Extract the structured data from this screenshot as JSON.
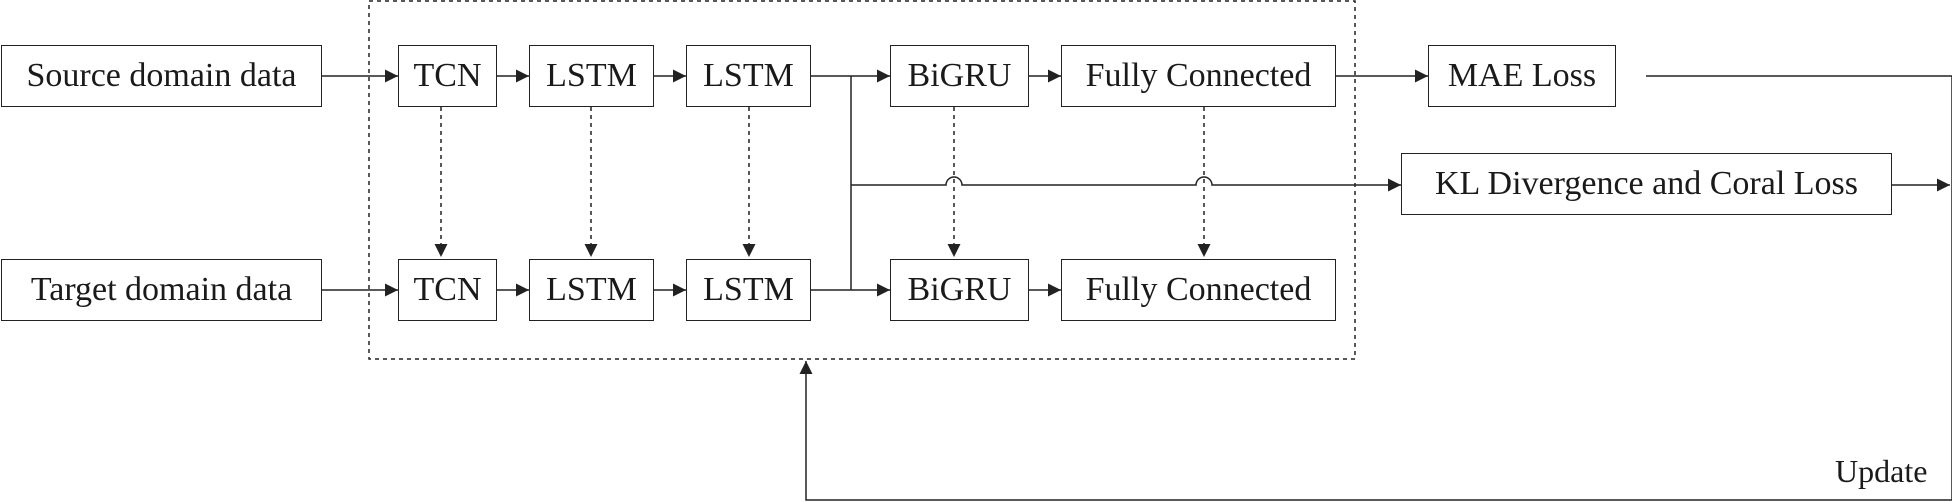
{
  "inputs": {
    "source": "Source domain data",
    "target": "Target domain data"
  },
  "source_branch": {
    "tcn": "TCN",
    "lstm1": "LSTM",
    "lstm2": "LSTM",
    "bigru": "BiGRU",
    "fc": "Fully Connected"
  },
  "target_branch": {
    "tcn": "TCN",
    "lstm1": "LSTM",
    "lstm2": "LSTM",
    "bigru": "BiGRU",
    "fc": "Fully Connected"
  },
  "losses": {
    "mae": "MAE Loss",
    "kl_coral": "KL Divergence and Coral Loss"
  },
  "feedback_label": "Update"
}
